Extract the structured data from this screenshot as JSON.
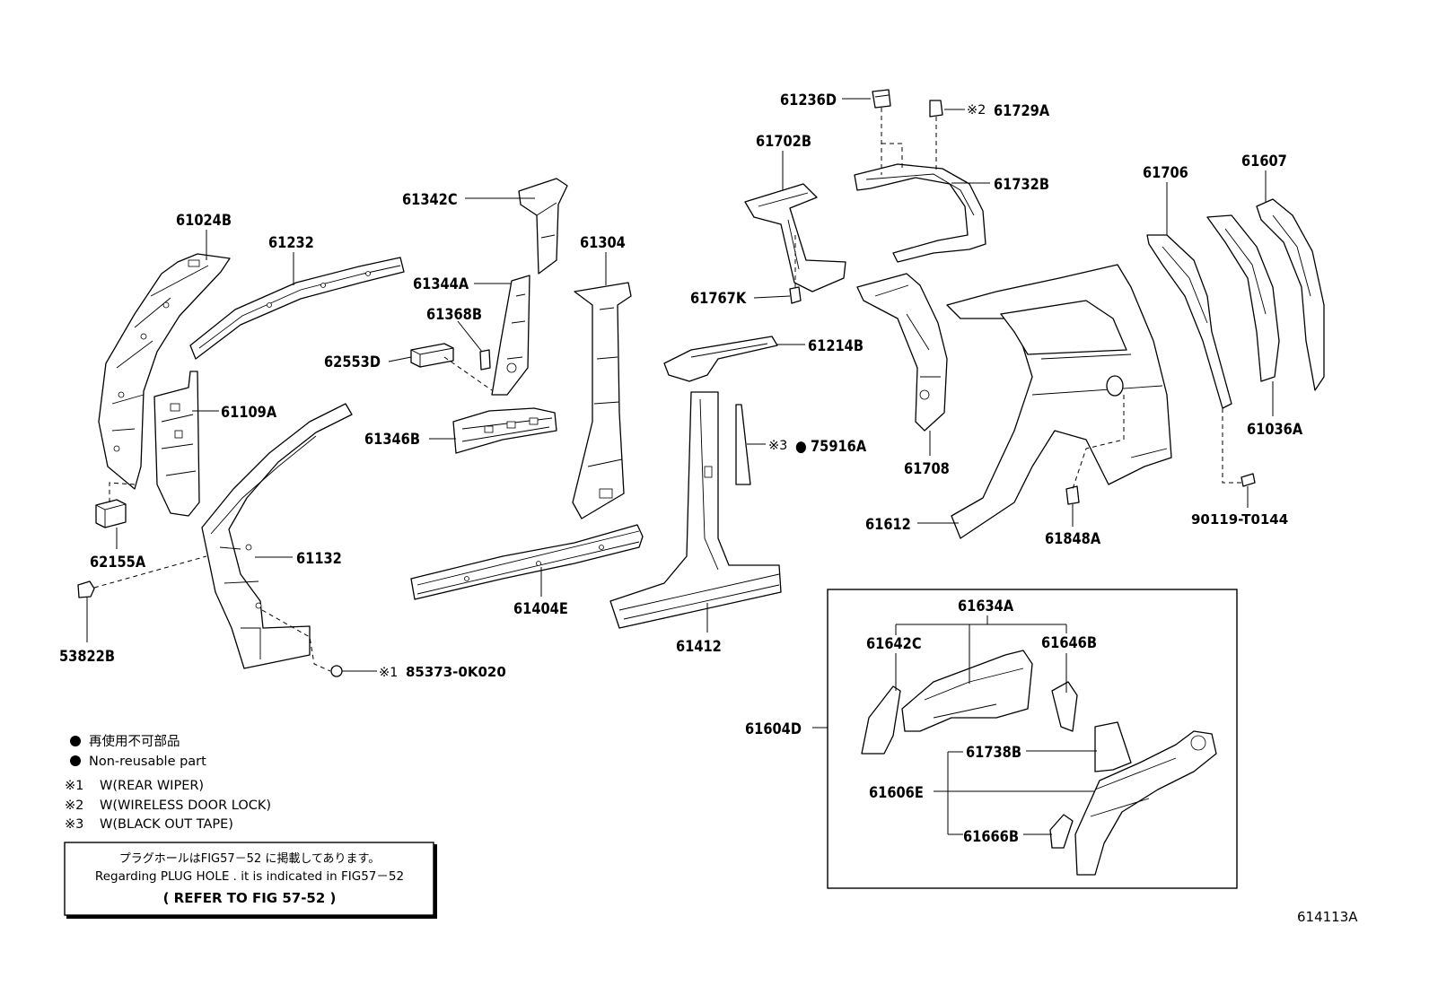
{
  "figure_code": "614113A",
  "part_numbers": {
    "p61236D": "61236D",
    "p61729A": "61729A",
    "p61702B": "61702B",
    "p61732B": "61732B",
    "p61706": "61706",
    "p61607": "61607",
    "p61342C": "61342C",
    "p61024B": "61024B",
    "p61232": "61232",
    "p61304": "61304",
    "p61344A": "61344A",
    "p61368B": "61368B",
    "p62553D": "62553D",
    "p61767K": "61767K",
    "p61214B": "61214B",
    "p61109A": "61109A",
    "p61346B": "61346B",
    "p75916A": "75916A",
    "p61708": "61708",
    "p61036A": "61036A",
    "p61612": "61612",
    "p61848A": "61848A",
    "p90119T0144": "90119-T0144",
    "p62155A": "62155A",
    "p61132": "61132",
    "p61404E": "61404E",
    "p61412": "61412",
    "p53822B": "53822B",
    "p85373": "85373-0K020",
    "p61634A": "61634A",
    "p61642C": "61642C",
    "p61646B": "61646B",
    "p61604D": "61604D",
    "p61738B": "61738B",
    "p61606E": "61606E",
    "p61666B": "61666B"
  },
  "marks": {
    "m1": "※1",
    "m2": "※2",
    "m3": "※3",
    "dot": "●"
  },
  "legend": {
    "nonreusable_jp": "再使用不可部品",
    "nonreusable_en": "Non-reusable part",
    "note1_mark": "※1",
    "note1_text": "W(REAR WIPER)",
    "note2_mark": "※2",
    "note2_text": "W(WIRELESS DOOR LOCK)",
    "note3_mark": "※3",
    "note3_text": "W(BLACK OUT TAPE)"
  },
  "note_box": {
    "line_jp": "プラグホールはFIG57－52 に掲載してあります。",
    "line_en": "Regarding  PLUG HOLE . it is indicated  in  FIG57－52",
    "line_ref": "(    REFER  TO  FIG  57-52   )"
  }
}
